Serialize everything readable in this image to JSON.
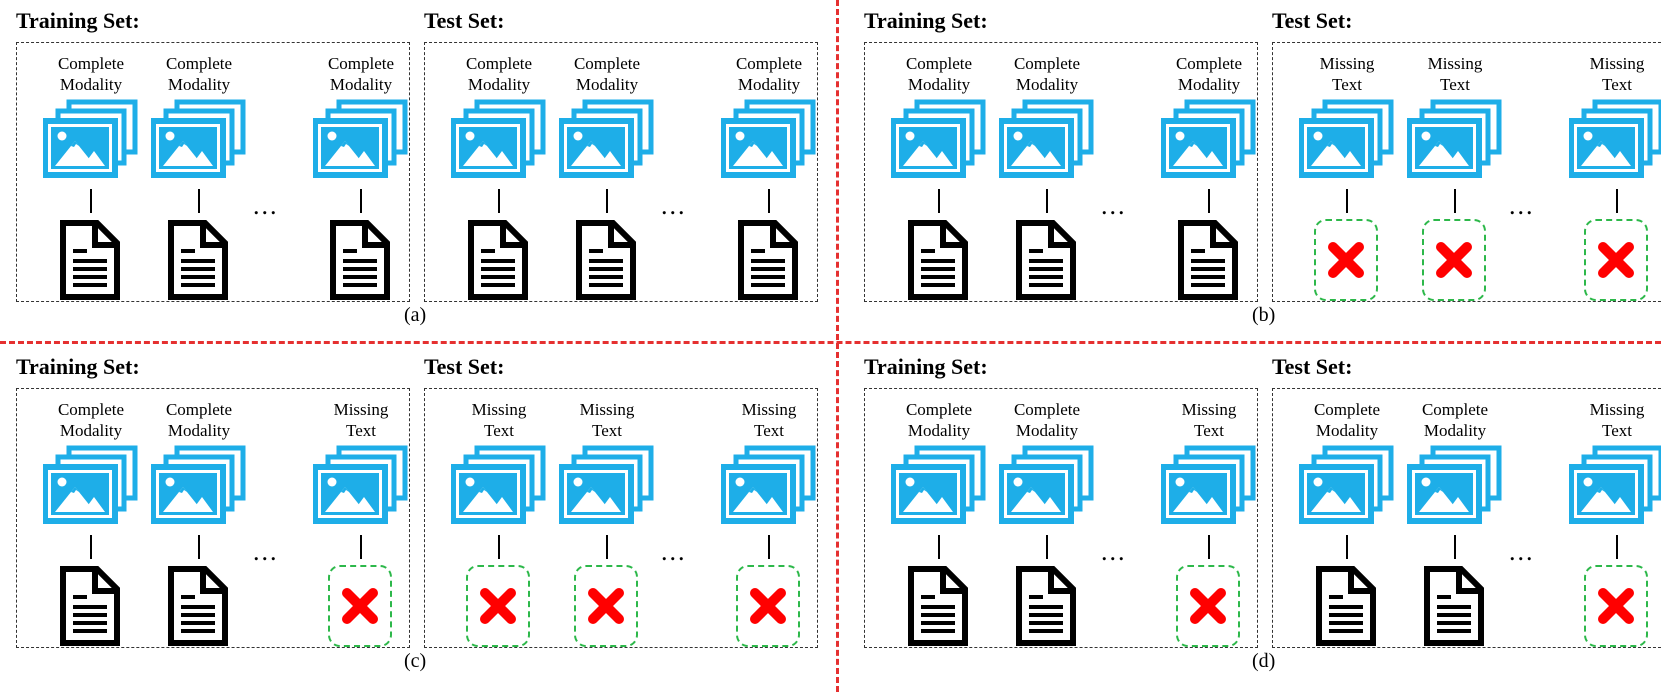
{
  "colors": {
    "image_icon": "#1eaee8",
    "missing_border": "#2db84a",
    "missing_cross": "#ff0000",
    "divider": "#e53030"
  },
  "icons": {
    "image": "image-stack-icon",
    "text": "document-icon",
    "missing": "red-cross-icon"
  },
  "ellipsis": "...",
  "panels": [
    {
      "label": "(a)",
      "training": {
        "title": "Training Set:",
        "samples": [
          {
            "line1": "Complete",
            "line2": "Modality",
            "text_missing": false
          },
          {
            "line1": "Complete",
            "line2": "Modality",
            "text_missing": false
          },
          {
            "line1": "Complete",
            "line2": "Modality",
            "text_missing": false
          }
        ]
      },
      "test": {
        "title": "Test Set:",
        "samples": [
          {
            "line1": "Complete",
            "line2": "Modality",
            "text_missing": false
          },
          {
            "line1": "Complete",
            "line2": "Modality",
            "text_missing": false
          },
          {
            "line1": "Complete",
            "line2": "Modality",
            "text_missing": false
          }
        ]
      }
    },
    {
      "label": "(b)",
      "training": {
        "title": "Training Set:",
        "samples": [
          {
            "line1": "Complete",
            "line2": "Modality",
            "text_missing": false
          },
          {
            "line1": "Complete",
            "line2": "Modality",
            "text_missing": false
          },
          {
            "line1": "Complete",
            "line2": "Modality",
            "text_missing": false
          }
        ]
      },
      "test": {
        "title": "Test Set:",
        "samples": [
          {
            "line1": "Missing",
            "line2": "Text",
            "text_missing": true
          },
          {
            "line1": "Missing",
            "line2": "Text",
            "text_missing": true
          },
          {
            "line1": "Missing",
            "line2": "Text",
            "text_missing": true
          }
        ]
      }
    },
    {
      "label": "(c)",
      "training": {
        "title": "Training Set:",
        "samples": [
          {
            "line1": "Complete",
            "line2": "Modality",
            "text_missing": false
          },
          {
            "line1": "Complete",
            "line2": "Modality",
            "text_missing": false
          },
          {
            "line1": "Missing",
            "line2": "Text",
            "text_missing": true
          }
        ]
      },
      "test": {
        "title": "Test Set:",
        "samples": [
          {
            "line1": "Missing",
            "line2": "Text",
            "text_missing": true
          },
          {
            "line1": "Missing",
            "line2": "Text",
            "text_missing": true
          },
          {
            "line1": "Missing",
            "line2": "Text",
            "text_missing": true
          }
        ]
      }
    },
    {
      "label": "(d)",
      "training": {
        "title": "Training Set:",
        "samples": [
          {
            "line1": "Complete",
            "line2": "Modality",
            "text_missing": false
          },
          {
            "line1": "Complete",
            "line2": "Modality",
            "text_missing": false
          },
          {
            "line1": "Missing",
            "line2": "Text",
            "text_missing": true
          }
        ]
      },
      "test": {
        "title": "Test Set:",
        "samples": [
          {
            "line1": "Complete",
            "line2": "Modality",
            "text_missing": false
          },
          {
            "line1": "Complete",
            "line2": "Modality",
            "text_missing": false
          },
          {
            "line1": "Missing",
            "line2": "Text",
            "text_missing": true
          }
        ]
      }
    }
  ]
}
